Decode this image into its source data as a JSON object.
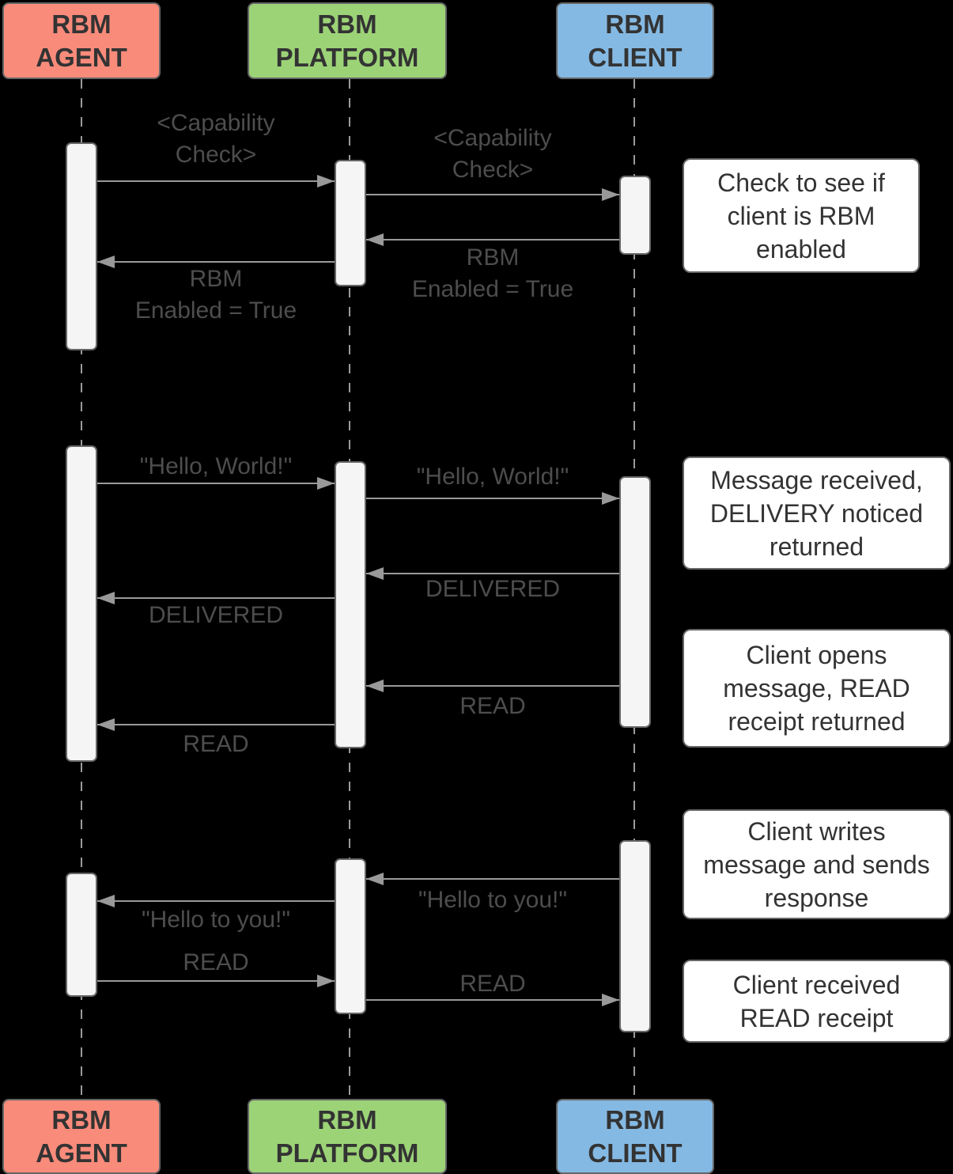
{
  "diagram_type": "sequence-diagram",
  "colors": {
    "background": "#000000",
    "agent_fill": "#F98B7B",
    "platform_fill": "#9CD377",
    "client_fill": "#84B9E3",
    "box_border": "#666666",
    "activation_fill": "#F5F5F5",
    "note_fill": "#FFFFFF",
    "arrow": "#999999",
    "label_text": "#4D4D4D",
    "actor_text": "#333333"
  },
  "actors": [
    {
      "id": "rbm-agent",
      "name": "RBM AGENT",
      "line1": "RBM",
      "line2": "AGENT",
      "fill": "#F98B7B"
    },
    {
      "id": "rbm-platform",
      "name": "RBM PLATFORM",
      "line1": "RBM",
      "line2": "PLATFORM",
      "fill": "#9CD377"
    },
    {
      "id": "rbm-client",
      "name": "RBM CLIENT",
      "line1": "RBM",
      "line2": "CLIENT",
      "fill": "#84B9E3"
    }
  ],
  "messages": [
    {
      "from": "RBM AGENT",
      "to": "RBM PLATFORM",
      "dir": "right",
      "text": "<Capability Check>",
      "lines": [
        "<Capability",
        "Check>"
      ]
    },
    {
      "from": "RBM PLATFORM",
      "to": "RBM CLIENT",
      "dir": "right",
      "text": "<Capability Check>",
      "lines": [
        "<Capability",
        "Check>"
      ]
    },
    {
      "from": "RBM CLIENT",
      "to": "RBM PLATFORM",
      "dir": "left",
      "text": "RBM Enabled = True",
      "lines": [
        "RBM",
        "Enabled = True"
      ]
    },
    {
      "from": "RBM PLATFORM",
      "to": "RBM AGENT",
      "dir": "left",
      "text": "RBM Enabled = True",
      "lines": [
        "RBM",
        "Enabled = True"
      ]
    },
    {
      "from": "RBM AGENT",
      "to": "RBM PLATFORM",
      "dir": "right",
      "text": "\"Hello, World!\"",
      "lines": [
        "\"Hello, World!\""
      ]
    },
    {
      "from": "RBM PLATFORM",
      "to": "RBM CLIENT",
      "dir": "right",
      "text": "\"Hello, World!\"",
      "lines": [
        "\"Hello, World!\""
      ]
    },
    {
      "from": "RBM CLIENT",
      "to": "RBM PLATFORM",
      "dir": "left",
      "text": "DELIVERED",
      "lines": [
        "DELIVERED"
      ]
    },
    {
      "from": "RBM PLATFORM",
      "to": "RBM AGENT",
      "dir": "left",
      "text": "DELIVERED",
      "lines": [
        "DELIVERED"
      ]
    },
    {
      "from": "RBM CLIENT",
      "to": "RBM PLATFORM",
      "dir": "left",
      "text": "READ",
      "lines": [
        "READ"
      ]
    },
    {
      "from": "RBM PLATFORM",
      "to": "RBM AGENT",
      "dir": "left",
      "text": "READ",
      "lines": [
        "READ"
      ]
    },
    {
      "from": "RBM CLIENT",
      "to": "RBM PLATFORM",
      "dir": "left",
      "text": "\"Hello to you!\"",
      "lines": [
        "\"Hello to you!\""
      ]
    },
    {
      "from": "RBM PLATFORM",
      "to": "RBM AGENT",
      "dir": "left",
      "text": "\"Hello to you!\"",
      "lines": [
        "\"Hello to you!\""
      ]
    },
    {
      "from": "RBM AGENT",
      "to": "RBM PLATFORM",
      "dir": "right",
      "text": "READ",
      "lines": [
        "READ"
      ]
    },
    {
      "from": "RBM PLATFORM",
      "to": "RBM CLIENT",
      "dir": "right",
      "text": "READ",
      "lines": [
        "READ"
      ]
    }
  ],
  "notes": [
    {
      "text": "Check to see if client is RBM enabled",
      "lines": [
        "Check to see if",
        "client is RBM",
        "enabled"
      ]
    },
    {
      "text": "Message received, DELIVERY noticed returned",
      "lines": [
        "Message received,",
        "DELIVERY noticed",
        "returned"
      ]
    },
    {
      "text": "Client opens message, READ receipt returned",
      "lines": [
        "Client opens",
        "message, READ",
        "receipt returned"
      ]
    },
    {
      "text": "Client writes message and sends response",
      "lines": [
        "Client writes",
        "message and sends",
        "response"
      ]
    },
    {
      "text": "Client received READ receipt",
      "lines": [
        "Client received",
        "READ receipt"
      ]
    }
  ]
}
